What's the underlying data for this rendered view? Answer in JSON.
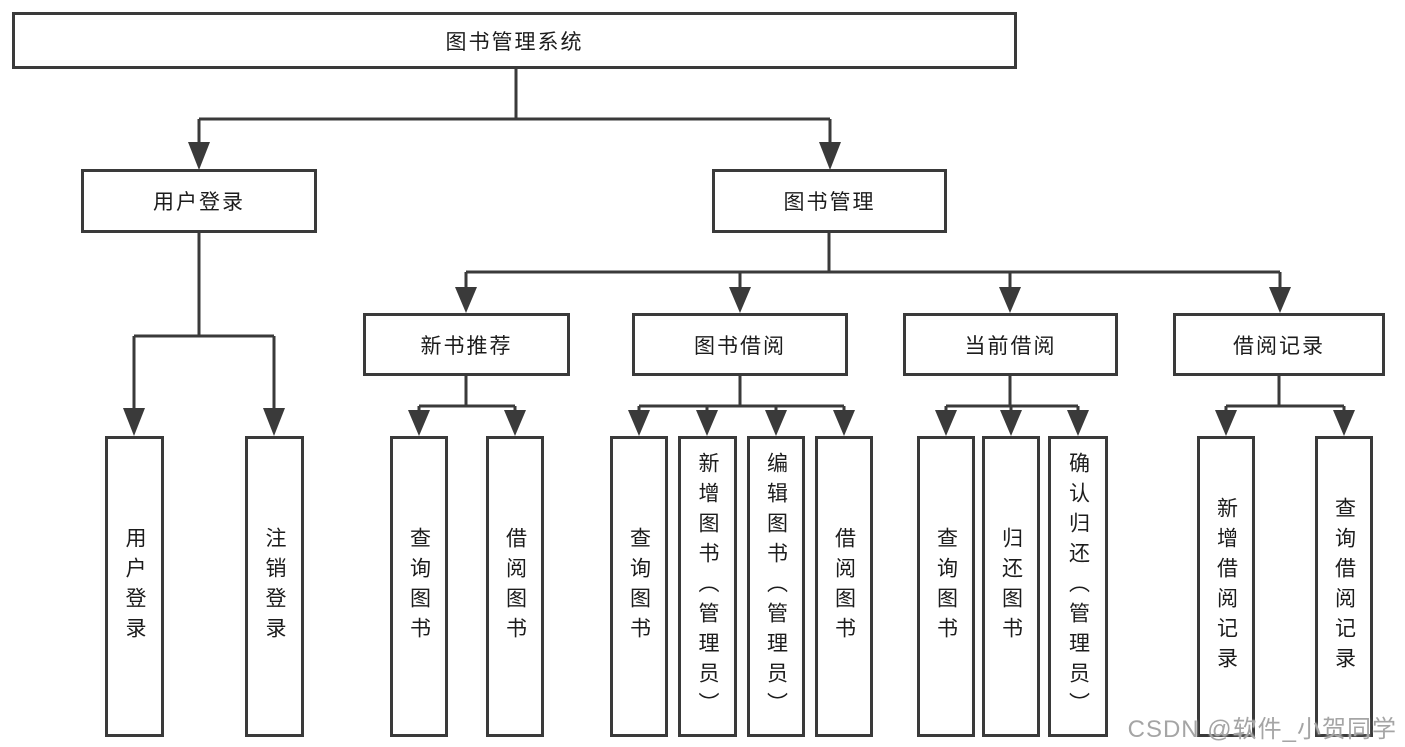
{
  "diagram": {
    "type": "hierarchy-tree",
    "tree": {
      "label": "图书管理系统",
      "children": [
        {
          "label": "用户登录",
          "children": [
            {
              "label": "用户登录"
            },
            {
              "label": "注销登录"
            }
          ]
        },
        {
          "label": "图书管理",
          "children": [
            {
              "label": "新书推荐",
              "children": [
                {
                  "label": "查询图书"
                },
                {
                  "label": "借阅图书"
                }
              ]
            },
            {
              "label": "图书借阅",
              "children": [
                {
                  "label": "查询图书"
                },
                {
                  "label": "新增图书（管理员）"
                },
                {
                  "label": "编辑图书（管理员）"
                },
                {
                  "label": "借阅图书"
                }
              ]
            },
            {
              "label": "当前借阅",
              "children": [
                {
                  "label": "查询图书"
                },
                {
                  "label": "归还图书"
                },
                {
                  "label": "确认归还（管理员）"
                }
              ]
            },
            {
              "label": "借阅记录",
              "children": [
                {
                  "label": "新增借阅记录"
                },
                {
                  "label": "查询借阅记录"
                }
              ]
            }
          ]
        }
      ]
    },
    "colors": {
      "line": "#3a3a3a",
      "text": "#1c1c1c",
      "background": "#ffffff",
      "watermark": "#a5a5a5"
    }
  },
  "watermark": {
    "text": "CSDN @软件_小贺同学"
  }
}
